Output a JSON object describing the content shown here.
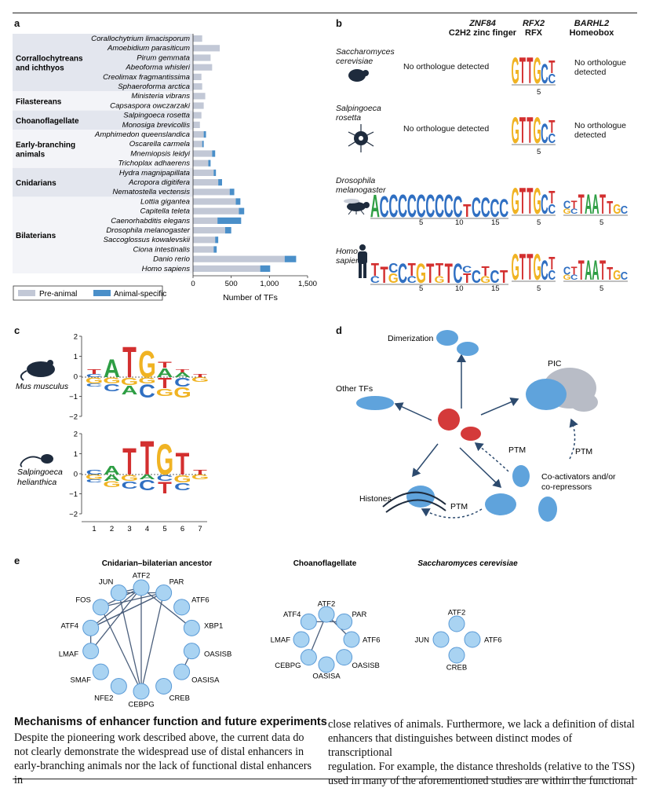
{
  "panels": {
    "a": "a",
    "b": "b",
    "c": "c",
    "d": "d",
    "e": "e"
  },
  "chart_data": {
    "type": "bar",
    "orientation": "horizontal",
    "stacked": true,
    "xlabel": "Number of TFs",
    "xlim": [
      0,
      1500
    ],
    "xticks": [
      "0",
      "500",
      "1,000",
      "1,500"
    ],
    "legend": [
      "Pre-animal",
      "Animal-specific"
    ],
    "legend_position": "bottom-left",
    "colors": {
      "Pre-animal": "#c2c8d6",
      "Animal-specific": "#4a8fc9",
      "group_band": "#e3e6ee"
    },
    "groups": [
      {
        "name": "Corrallochytreans and ichthyos",
        "lines": [
          "Corrallochytreans",
          "and ichthyos"
        ],
        "species_count": 6
      },
      {
        "name": "Filastereans",
        "lines": [
          "Filastereans"
        ],
        "species_count": 2
      },
      {
        "name": "Choanoflagellate",
        "lines": [
          "Choanoflagellate"
        ],
        "species_count": 2
      },
      {
        "name": "Early-branching animals",
        "lines": [
          "Early-branching",
          "animals"
        ],
        "species_count": 4
      },
      {
        "name": "Cnidarians",
        "lines": [
          "Cnidarians"
        ],
        "species_count": 3
      },
      {
        "name": "Bilaterians",
        "lines": [
          "Bilaterians"
        ],
        "species_count": 8
      }
    ],
    "categories": [
      "Corallochytrium limacisporum",
      "Amoebidium parasiticum",
      "Pirum gemmata",
      "Abeoforma whisleri",
      "Creolimax fragmantissima",
      "Sphaeroforma arctica",
      "Ministeria vibrans",
      "Capsaspora owczarzaki",
      "Salpingoeca rosetta",
      "Monosiga brevicollis",
      "Amphimedon queenslandica",
      "Oscarella carmela",
      "Mnemiopsis leidyi",
      "Trichoplax adhaerens",
      "Hydra magnipapillata",
      "Acropora digitifera",
      "Nematostella vectensis",
      "Lottia gigantea",
      "Capitella teleta",
      "Caenorhabditis elegans",
      "Drosophila melanogaster",
      "Saccoglossus kowalevskii",
      "Ciona intestinalis",
      "Danio rerio",
      "Homo sapiens"
    ],
    "series": [
      {
        "name": "Pre-animal",
        "values": [
          120,
          350,
          230,
          250,
          110,
          120,
          160,
          140,
          110,
          90,
          140,
          120,
          250,
          200,
          270,
          330,
          480,
          560,
          600,
          320,
          420,
          290,
          270,
          1200,
          880
        ]
      },
      {
        "name": "Animal-specific",
        "values": [
          0,
          0,
          0,
          0,
          0,
          0,
          0,
          0,
          0,
          0,
          30,
          20,
          40,
          30,
          30,
          50,
          60,
          60,
          70,
          310,
          80,
          40,
          40,
          150,
          130
        ]
      }
    ]
  },
  "panel_b": {
    "columns": [
      {
        "gene": "ZNF84",
        "family": "C2H2 zinc finger"
      },
      {
        "gene": "RFX2",
        "family": "RFX"
      },
      {
        "gene": "BARHL2",
        "family": "Homeobox"
      }
    ],
    "rows": [
      {
        "species_lines": [
          "Saccharomyces",
          "cerevisiae"
        ],
        "znf84": [
          "No orthologue detected"
        ],
        "rfx2_tick": "5",
        "barhl2": [
          "No orthologue",
          "detected"
        ]
      },
      {
        "species_lines": [
          "Salpingoeca",
          "rosetta"
        ],
        "znf84": [
          "No orthologue detected"
        ],
        "rfx2_tick": "5",
        "barhl2": [
          "No orthologue",
          "detected"
        ]
      },
      {
        "species_lines": [
          "Drosophila",
          "melanogaster"
        ],
        "znf84_ticks": [
          "5",
          "10",
          "15"
        ],
        "rfx2_tick": "5",
        "barhl2_tick": "5"
      },
      {
        "species_lines": [
          "Homo",
          "sapiens"
        ],
        "znf84_ticks": [
          "5",
          "10",
          "15"
        ],
        "rfx2_tick": "5",
        "barhl2_tick": "5"
      }
    ]
  },
  "panel_c": {
    "species": [
      [
        "Mus musculus"
      ],
      [
        "Salpingoeca",
        "helianthica"
      ]
    ],
    "yticks": [
      "2",
      "1",
      "0",
      "−1",
      "−2"
    ],
    "xticks": [
      "1",
      "2",
      "3",
      "4",
      "5",
      "6",
      "7"
    ]
  },
  "panel_d": {
    "labels": {
      "dimerization": "Dimerization",
      "other_tfs": "Other TFs",
      "pic": "PIC",
      "ptm1": "PTM",
      "ptm2": "PTM",
      "ptm3": "PTM",
      "coactivators": [
        "Co-activators and/or",
        "co-repressors"
      ],
      "histones": "Histones"
    }
  },
  "panel_e": {
    "networks": [
      {
        "title": "Cnidarian–bilaterian ancestor",
        "nodes": [
          "ATF2",
          "PAR",
          "ATF6",
          "XBP1",
          "OASISB",
          "OASISA",
          "CREB",
          "CEBPG",
          "NFE2",
          "SMAF",
          "LMAF",
          "ATF4",
          "FOS",
          "JUN"
        ]
      },
      {
        "title": "Choanoflagellate",
        "nodes": [
          "ATF2",
          "PAR",
          "ATF6",
          "OASISB",
          "OASISA",
          "CEBPG",
          "LMAF",
          "ATF4"
        ]
      },
      {
        "title": "Saccharomyces cerevisiae",
        "nodes": [
          "ATF2",
          "ATF6",
          "CREB",
          "JUN"
        ]
      }
    ]
  },
  "text": {
    "heading": "Mechanisms of enhancer function and future experiments",
    "left_lines": [
      "Despite the pioneering work described above, the current data do",
      "not clearly demonstrate the widespread use of distal enhancers in",
      "early-branching animals nor the lack of functional distal enhancers in"
    ],
    "right_lines": [
      "close relatives of animals. Furthermore, we lack a definition of distal",
      "enhancers that distinguishes between distinct modes of transcriptional",
      "regulation. For example, the distance thresholds (relative to the TSS)",
      "used in many of the aforementioned studies are within the functional"
    ]
  }
}
